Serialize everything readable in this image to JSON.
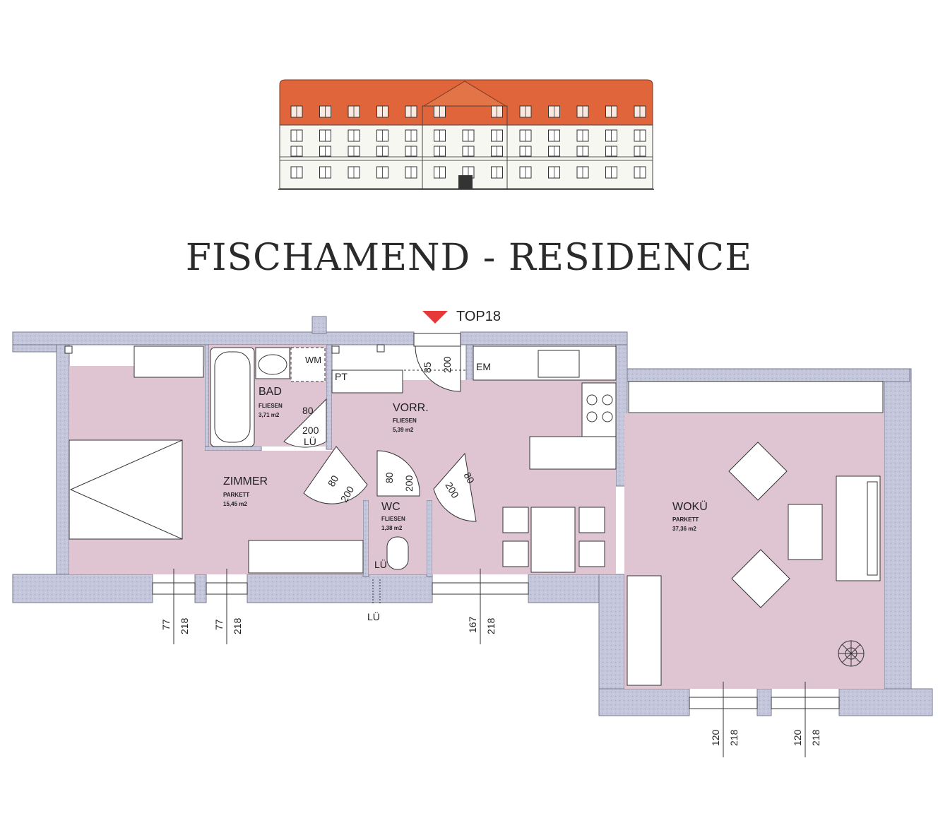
{
  "title": "FISCHAMEND - RESIDENCE",
  "unit_label": "TOP18",
  "colors": {
    "roof": "#e0653a",
    "wall": "#c4c6dc",
    "floor": "#dfc4d1",
    "marker": "#e8393a"
  },
  "rooms": {
    "bad": {
      "name": "BAD",
      "floor": "FLIESEN",
      "area": "3,71 m2"
    },
    "vorr": {
      "name": "VORR.",
      "floor": "FLIESEN",
      "area": "5,39 m2"
    },
    "zimmer": {
      "name": "ZIMMER",
      "floor": "PARKETT",
      "area": "15,45 m2"
    },
    "wc": {
      "name": "WC",
      "floor": "FLIESEN",
      "area": "1,38 m2"
    },
    "woku": {
      "name": "WOKÜ",
      "floor": "PARKETT",
      "area": "37,36 m2"
    }
  },
  "fixtures": {
    "wm": "WM",
    "pt": "PT",
    "em": "EM",
    "lu": "LÜ"
  },
  "doors": [
    {
      "w": "80",
      "h": "200"
    },
    {
      "w": "80",
      "h": "200"
    },
    {
      "w": "80",
      "h": "200"
    },
    {
      "w": "80",
      "h": "200"
    },
    {
      "w": "85",
      "h": "200"
    }
  ],
  "windows": [
    {
      "w": "77",
      "h": "218"
    },
    {
      "w": "77",
      "h": "218"
    },
    {
      "w": "167",
      "h": "218"
    },
    {
      "w": "120",
      "h": "218"
    },
    {
      "w": "120",
      "h": "218"
    }
  ]
}
